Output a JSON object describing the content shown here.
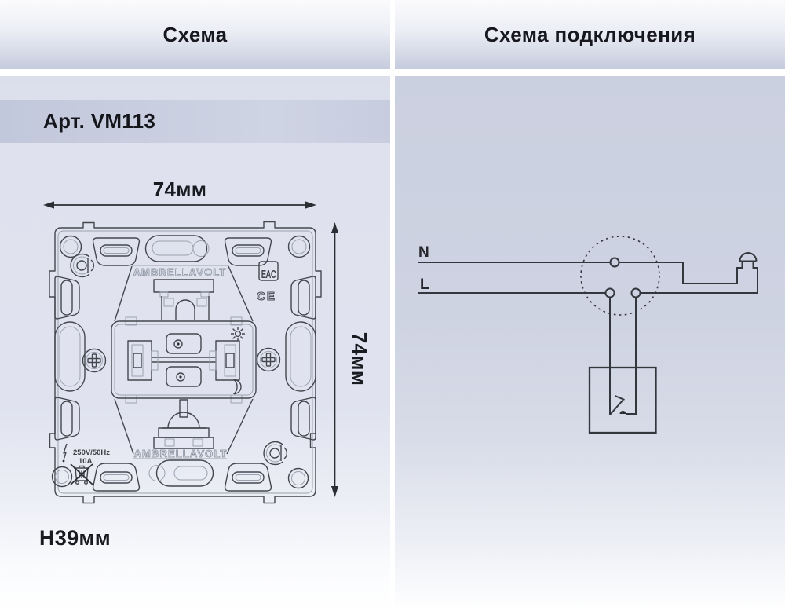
{
  "header": {
    "left_title": "Схема",
    "right_title": "Схема подключения"
  },
  "left_panel": {
    "article": "Арт. VM113",
    "width_label": "74мм",
    "height_label": "74мм",
    "depth_label": "H39мм",
    "brand_top": "AMBRELLAVOLT",
    "brand_bottom": "AMBRELLAVOLT",
    "eac_mark": "EAC",
    "ce_mark": "CE",
    "rating_voltage": "250V/50Hz",
    "rating_current": "10A"
  },
  "right_panel": {
    "neutral_label": "N",
    "line_label": "L"
  },
  "icons": {
    "sun_icon": "day-indicator on switch rocker",
    "moon_icon": "night-indicator on switch rocker",
    "weee_bin_icon": "crossed-out wheelie bin",
    "brand_logo_icon": "ambrella ring logo",
    "lamp_icon": "ceiling lamp symbol",
    "switch_symbol": "one-way switch contact",
    "junction_circle": "dashed switch-mechanism circle"
  },
  "colors": {
    "ink": "#17171f",
    "header_gradient_bottom": "#c5cbdd",
    "left_panel_bg": "#dfe2ee",
    "right_panel_bg": "#ced3e2",
    "article_band_bg": "#c6ccde",
    "drawing_stroke": "#45474f",
    "drawing_stroke_light": "#9ba1ae",
    "wiring_stroke": "#34363d"
  }
}
